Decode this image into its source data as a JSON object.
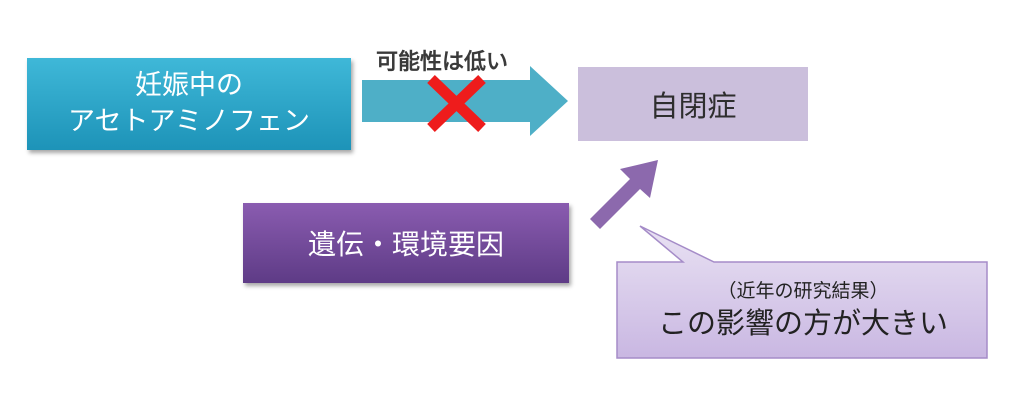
{
  "nodes": {
    "acetaminophen": {
      "line1": "妊娠中の",
      "line2": "アセトアミノフェン"
    },
    "autism": "自閉症",
    "genetic_env": "遺伝・環境要因"
  },
  "arrow_label": "可能性は低い",
  "callout": {
    "sub": "（近年の研究結果）",
    "main": "この影響の方が大きい"
  },
  "colors": {
    "teal": "#2aa6c9",
    "arrow_teal": "#4eafc7",
    "lavender": "#cbbfdc",
    "purple": "#7a4fa0",
    "arrow_purple": "#8c69ad",
    "cross_red": "#ee1c1c",
    "callout_fill": "#d8cbea"
  }
}
